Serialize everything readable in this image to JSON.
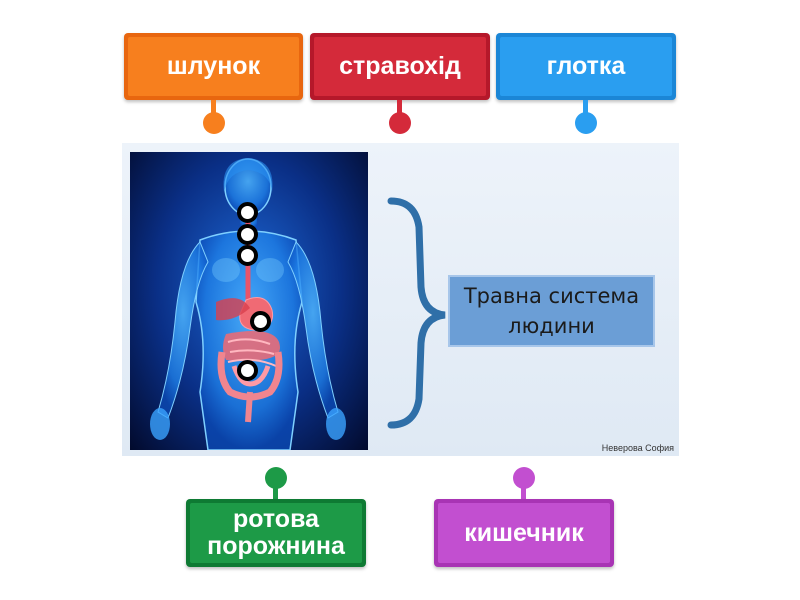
{
  "tiles": {
    "stomach": {
      "label": "шлунок"
    },
    "esophagus": {
      "label": "стравохід"
    },
    "pharynx": {
      "label": "глотка"
    },
    "mouth": {
      "label": "ротова порожнина"
    },
    "intestine": {
      "label": "кишечник"
    }
  },
  "diagram": {
    "caption": "Травна система людини",
    "credit": "Неверова София"
  },
  "colors": {
    "orange": "#f77f1e",
    "red": "#d42a3a",
    "blue": "#2a9ef0",
    "green": "#1d9a47",
    "purple": "#c24fd0",
    "brace": "#2f6fa8",
    "caption_box": "#6b9ed6"
  }
}
